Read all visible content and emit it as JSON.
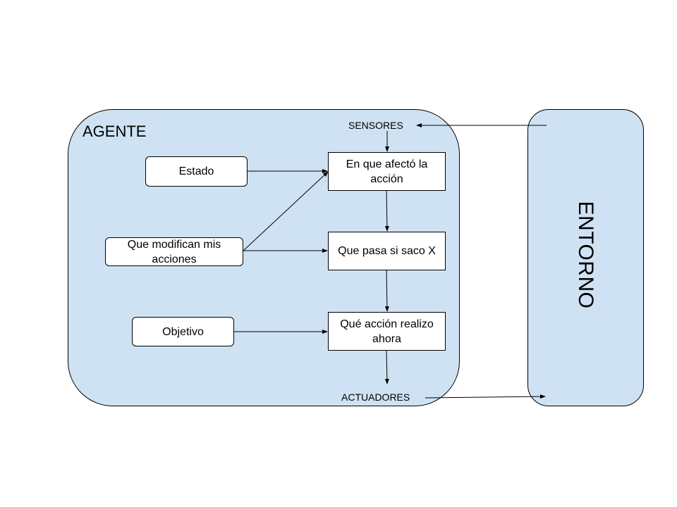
{
  "agent": {
    "title": "AGENTE",
    "sensors_label": "SENSORES",
    "actuators_label": "ACTUADORES",
    "inputs": {
      "state": "Estado",
      "actions_effect": "Que modifican mis acciones",
      "goal": "Objetivo"
    },
    "process": {
      "effect": "En que afectó la acción",
      "what_if": "Que pasa si saco X",
      "decision": "Qué acción realizo ahora"
    }
  },
  "environment": {
    "title": "ENTORNO"
  },
  "colors": {
    "container_fill": "#cfe2f3",
    "box_fill": "#ffffff",
    "stroke": "#000000"
  }
}
